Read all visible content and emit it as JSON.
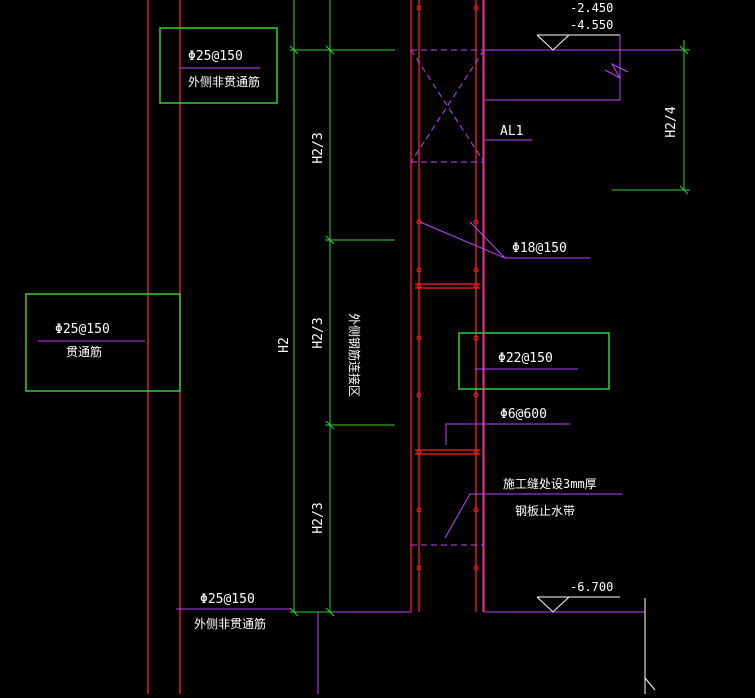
{
  "colors": {
    "background": "#000000",
    "red": "#ff1f1f",
    "green": "#2fd12f",
    "magenta": "#c040ff",
    "white": "#ffffff"
  },
  "labels": {
    "rebar_top": "Φ25@150",
    "rebar_top_note": "外侧非贯通筋",
    "rebar_mid_left": "Φ25@150",
    "rebar_mid_left_note": "贯通筋",
    "rebar_right": "Φ22@150",
    "rebar_right_upper": "Φ18@150",
    "tie": "Φ6@600",
    "joint_note_1": "施工缝处设3mm厚",
    "joint_note_2": "钢板止水带",
    "rebar_bottom": "Φ25@150",
    "rebar_bottom_note": "外侧非贯通筋",
    "beam_tag": "AL1",
    "elev_1": "-2.450",
    "elev_2": "-4.550",
    "elev_3": "-6.700",
    "dim_h2": "H2",
    "dim_h2_3_top": "H2/3",
    "dim_h2_3_mid": "H2/3",
    "dim_h2_3_bot": "H2/3",
    "dim_h2_4": "H2/4",
    "lap_zone": "外侧钢筋连接区"
  }
}
